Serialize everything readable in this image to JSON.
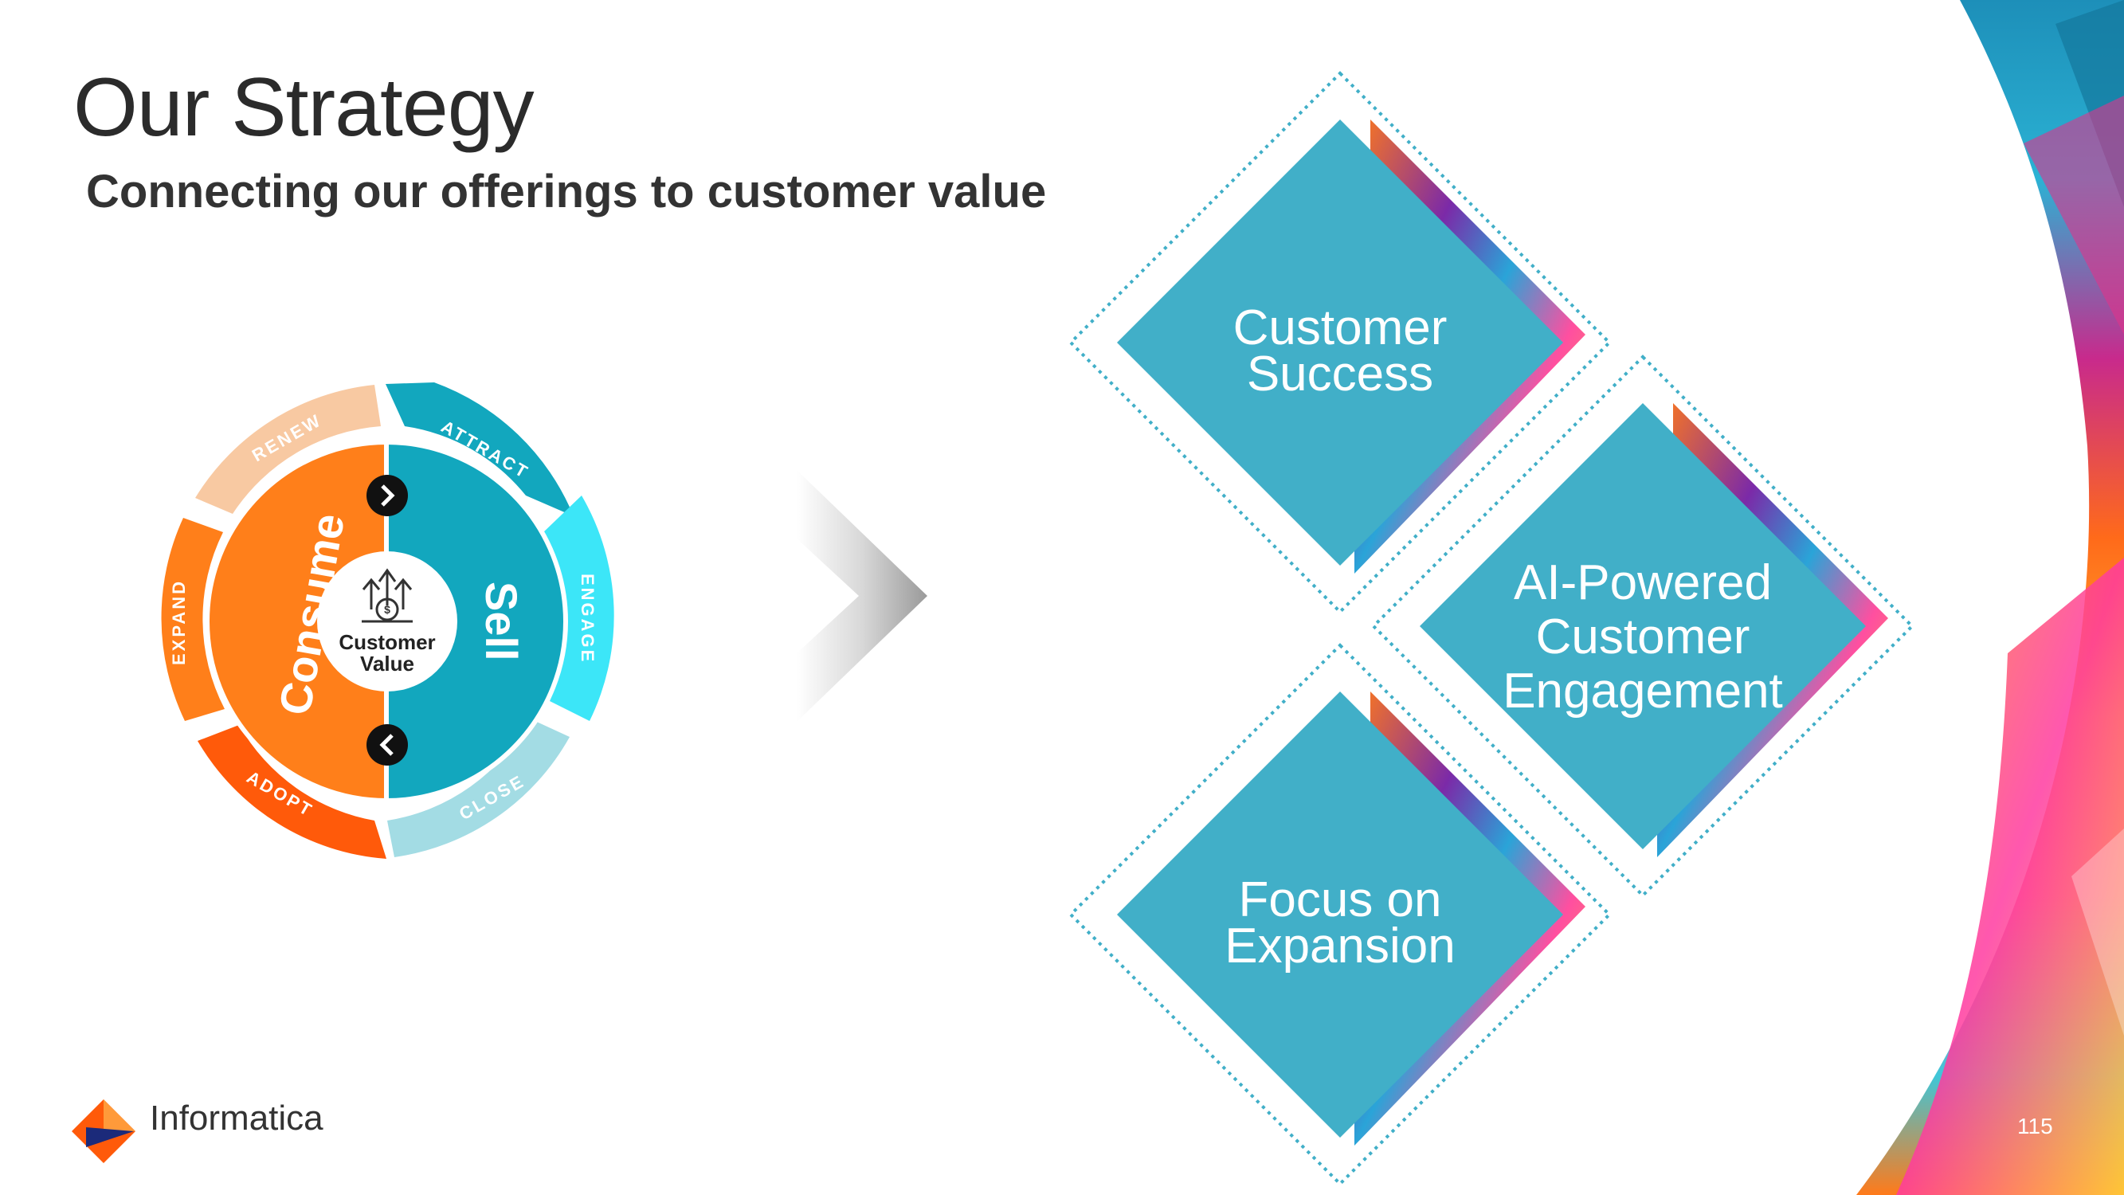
{
  "slide": {
    "title": "Our Strategy",
    "subtitle": "Connecting our offerings to customer value",
    "page_number": "115",
    "brand": "Informatica"
  },
  "cycle": {
    "center_label_1": "Customer",
    "center_label_2": "Value",
    "halves": {
      "left": "Consume",
      "right": "Sell"
    },
    "stages": [
      "ATTRACT",
      "ENGAGE",
      "CLOSE",
      "ADOPT",
      "EXPAND",
      "RENEW"
    ]
  },
  "pillars": [
    {
      "line1": "Customer",
      "line2": "Success",
      "line3": ""
    },
    {
      "line1": "AI-Powered",
      "line2": "Customer",
      "line3": "Engagement"
    },
    {
      "line1": "Focus on",
      "line2": "Expansion",
      "line3": ""
    }
  ],
  "colors": {
    "teal": "#41AFC8",
    "orange": "#FF7F1A",
    "dark_orange": "#FF5A0A",
    "cyan": "#3CE6F8",
    "light_teal": "#A3DCE4",
    "peach": "#F8C9A2"
  }
}
